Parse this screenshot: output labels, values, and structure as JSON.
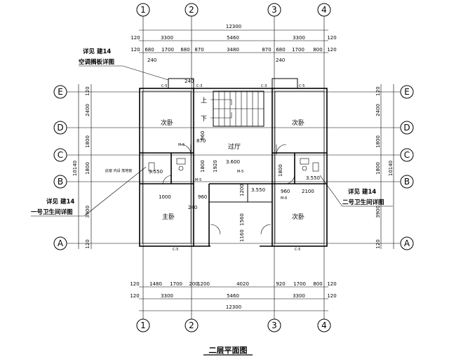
{
  "title": "二层平面图",
  "dims": {
    "total": "12300",
    "tr1": [
      "120",
      "3300",
      "5460",
      "3300",
      "120"
    ],
    "tr2": [
      "120",
      "680",
      "1700",
      "680",
      "870",
      "3480",
      "870",
      "680",
      "1700",
      "800",
      "120"
    ],
    "br1": [
      "120",
      "1480",
      "1700",
      "200",
      "1200",
      "4020",
      "920",
      "1700",
      "800",
      "120"
    ],
    "br2": [
      "120",
      "3300",
      "5460",
      "3300",
      "120"
    ],
    "left": [
      "120",
      "2400",
      "1800",
      "1800",
      "10140",
      "3900",
      "120"
    ],
    "right": [
      "120",
      "2400",
      "1800",
      "1800",
      "10140",
      "3900",
      "120"
    ],
    "interior": [
      "870",
      "960",
      "1920",
      "1000",
      "960",
      "240",
      "1200",
      "1560",
      "1800",
      "960",
      "2100",
      "1160",
      "240",
      "240",
      "3.550",
      "3.600",
      "3.550",
      "1800",
      "240",
      "3.550"
    ]
  },
  "axes": {
    "cols": [
      "1",
      "2",
      "3",
      "4"
    ],
    "rows": [
      "E",
      "D",
      "C",
      "B",
      "A"
    ]
  },
  "rooms": {
    "bed_tl": "次卧",
    "bed_tr": "次卧",
    "master": "主卧",
    "bed_br": "次卧",
    "hall": "过厅",
    "stair_up": "上",
    "stair_down": "下"
  },
  "doors": [
    "C-5",
    "C-3",
    "C-3",
    "C-5",
    "C-5",
    "C-5",
    "M-5",
    "M-5",
    "M-5",
    "M-6"
  ],
  "annotations": {
    "ac_l1": "详见 建14",
    "ac_l2": "空调搁板详图",
    "wc1_l1": "详见 建14",
    "wc1_l2": "一号卫生间详图",
    "wc2_l1": "详见 建14",
    "wc2_l2": "二号卫生间详图",
    "small": "此窗 内设 落地窗"
  }
}
